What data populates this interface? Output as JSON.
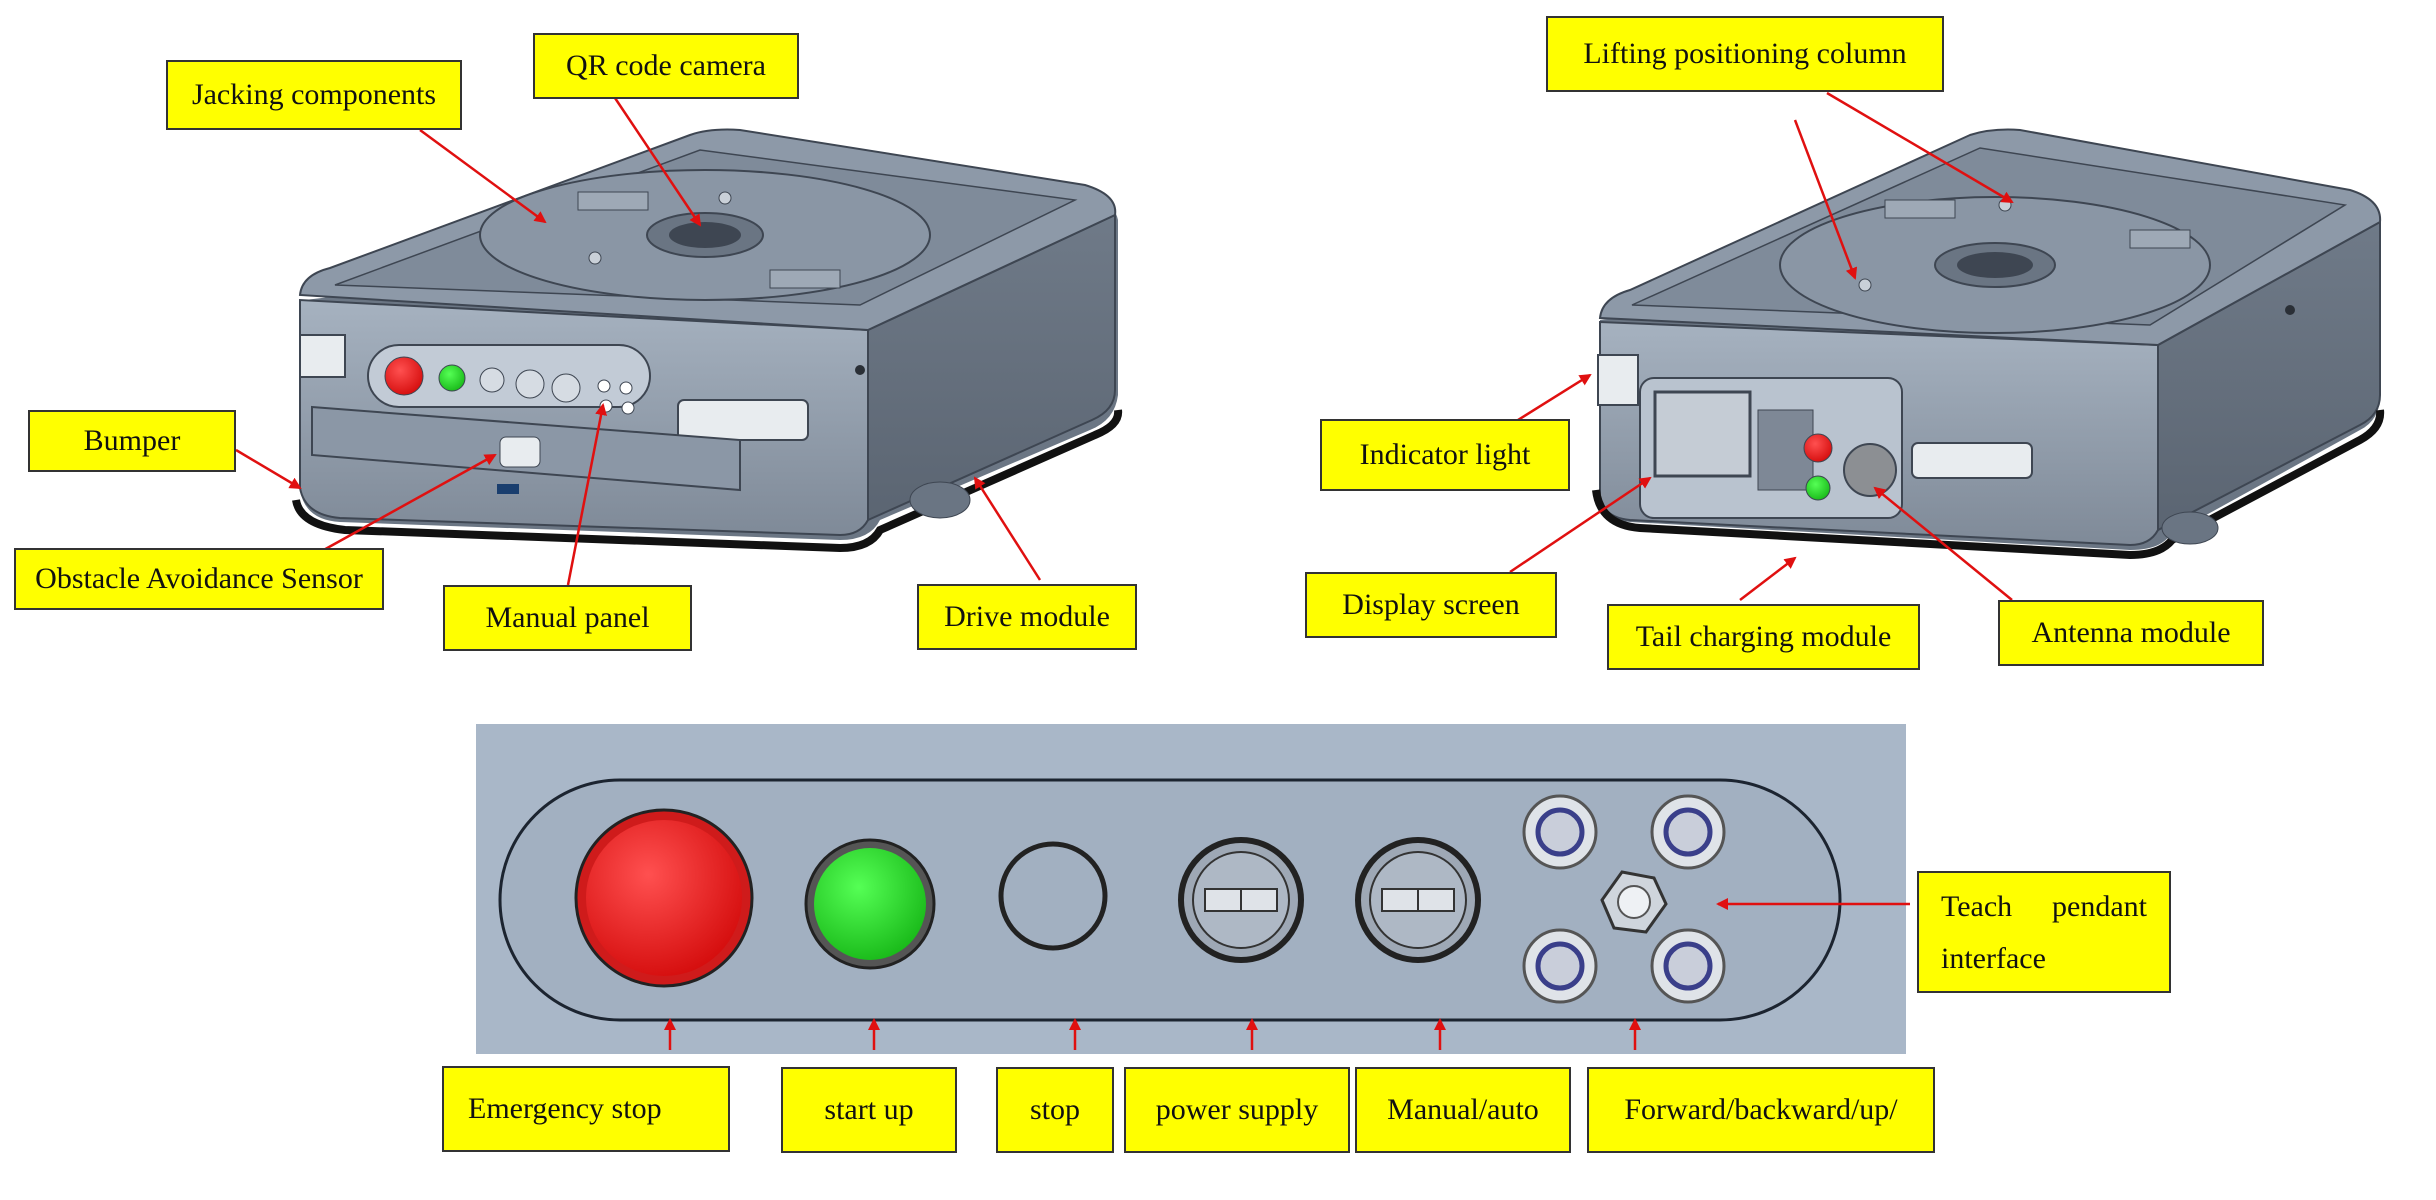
{
  "labels": {
    "jacking_components": "Jacking components",
    "qr_code_camera": "QR code camera",
    "bumper": "Bumper",
    "obstacle_avoidance_sensor": "Obstacle Avoidance Sensor",
    "manual_panel": "Manual panel",
    "drive_module": "Drive module",
    "lifting_positioning_column": "Lifting positioning column",
    "indicator_light": "Indicator light",
    "display_screen": "Display screen",
    "tail_charging_module": "Tail charging module",
    "antenna_module": "Antenna module",
    "teach_pendant_word1": "Teach",
    "teach_pendant_word2": "pendant",
    "teach_pendant_word3": "interface",
    "emergency_stop": "Emergency stop",
    "start_up": "start up",
    "stop": "stop",
    "power_supply": "power supply",
    "manual_auto": "Manual/auto",
    "forward_backward_up": "Forward/backward/up/"
  },
  "colors": {
    "callout_fill": "#ffff00",
    "arrow": "#e01010",
    "body": "#9aa6b4",
    "panel_bg": "#a9b7c8",
    "estop": "#e81818",
    "start": "#22cc22"
  }
}
